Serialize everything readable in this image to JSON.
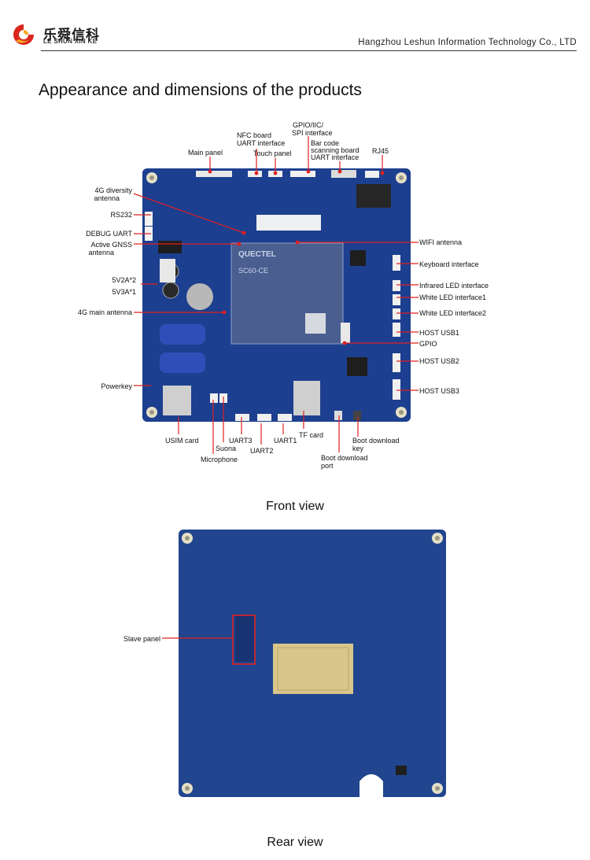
{
  "header": {
    "logo_cn": "乐舜信科",
    "logo_en": "LE SHUN XIN KE",
    "company": "Hangzhou Leshun Information Technology Co., LTD",
    "logo_colors": {
      "red": "#d9261c",
      "orange": "#f5a623"
    }
  },
  "title": "Appearance and dimensions of the products",
  "front": {
    "caption": "Front view",
    "chip_text": "QUECTEL",
    "chip_model": "SC60-CE",
    "labels": {
      "main_panel": "Main panel",
      "nfc_board": "NFC board",
      "uart_interface": "UART interface",
      "touch_panel": "Touch panel",
      "gpio_iic": "GPIO/IIC/",
      "spi_interface": "SPI interface",
      "bar_code": "Bar code",
      "scanning_board": "scanning board",
      "uart_interface_2": "UART interface",
      "rj45": "RJ45",
      "diversity_1": "4G diversity",
      "diversity_2": "antenna",
      "rs232": "RS232",
      "debug_uart": "DEBUG UART",
      "gnss_1": "Active GNSS",
      "gnss_2": "antenna",
      "wifi": "WIFI antenna",
      "keyboard": "Keyboard interface",
      "v52": "5V2A*2",
      "v53": "5V3A*1",
      "infrared": "Infrared LED interface",
      "white1": "White LED interface1",
      "main_antenna": "4G main antenna",
      "white2": "White LED interface2",
      "host_usb1": "HOST USB1",
      "gpio": "GPIO",
      "host_usb2": "HOST USB2",
      "powerkey": "Powerkey",
      "host_usb3": "HOST USB3",
      "usim": "USIM card",
      "uart3": "UART3",
      "uart1": "UART1",
      "tf_card": "TF card",
      "boot_key_1": "Boot download",
      "boot_key_2": "key",
      "suona": "Suona",
      "uart2": "UART2",
      "boot_port_1": "Boot download",
      "boot_port_2": "port",
      "microphone": "Microphone"
    }
  },
  "rear": {
    "caption": "Rear view",
    "slave_panel": "Slave panel"
  }
}
